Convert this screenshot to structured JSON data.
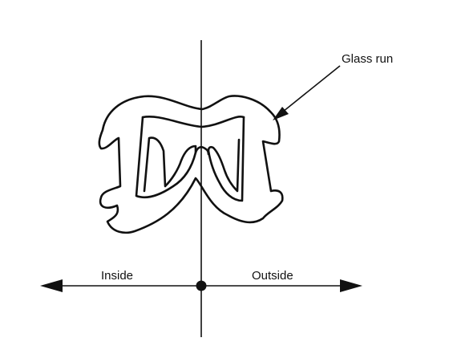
{
  "labels": {
    "callout": "Glass run",
    "inside": "Inside",
    "outside": "Outside"
  },
  "colors": {
    "ink": "#111111",
    "background": "#ffffff"
  }
}
